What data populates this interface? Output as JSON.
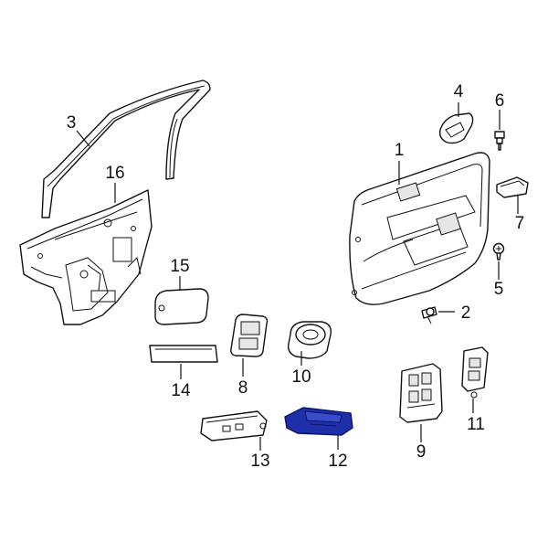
{
  "diagram": {
    "highlight_color": "#1f2fa8",
    "callouts": [
      {
        "id": "1",
        "label": "1",
        "part": "door-trim-panel"
      },
      {
        "id": "2",
        "label": "2",
        "part": "push-retainer"
      },
      {
        "id": "3",
        "label": "3",
        "part": "door-weatherstrip"
      },
      {
        "id": "4",
        "label": "4",
        "part": "inside-door-handle"
      },
      {
        "id": "5",
        "label": "5",
        "part": "trim-screw"
      },
      {
        "id": "6",
        "label": "6",
        "part": "bolt"
      },
      {
        "id": "7",
        "label": "7",
        "part": "pull-cup-insert"
      },
      {
        "id": "8",
        "label": "8",
        "part": "window-switch"
      },
      {
        "id": "9",
        "label": "9",
        "part": "master-window-switch"
      },
      {
        "id": "10",
        "label": "10",
        "part": "speaker-housing"
      },
      {
        "id": "11",
        "label": "11",
        "part": "switch-bezel"
      },
      {
        "id": "12",
        "label": "12",
        "part": "door-control-module"
      },
      {
        "id": "13",
        "label": "13",
        "part": "door-module"
      },
      {
        "id": "14",
        "label": "14",
        "part": "trim-strip"
      },
      {
        "id": "15",
        "label": "15",
        "part": "access-cover"
      },
      {
        "id": "16",
        "label": "16",
        "part": "door-inner-panel"
      }
    ]
  }
}
